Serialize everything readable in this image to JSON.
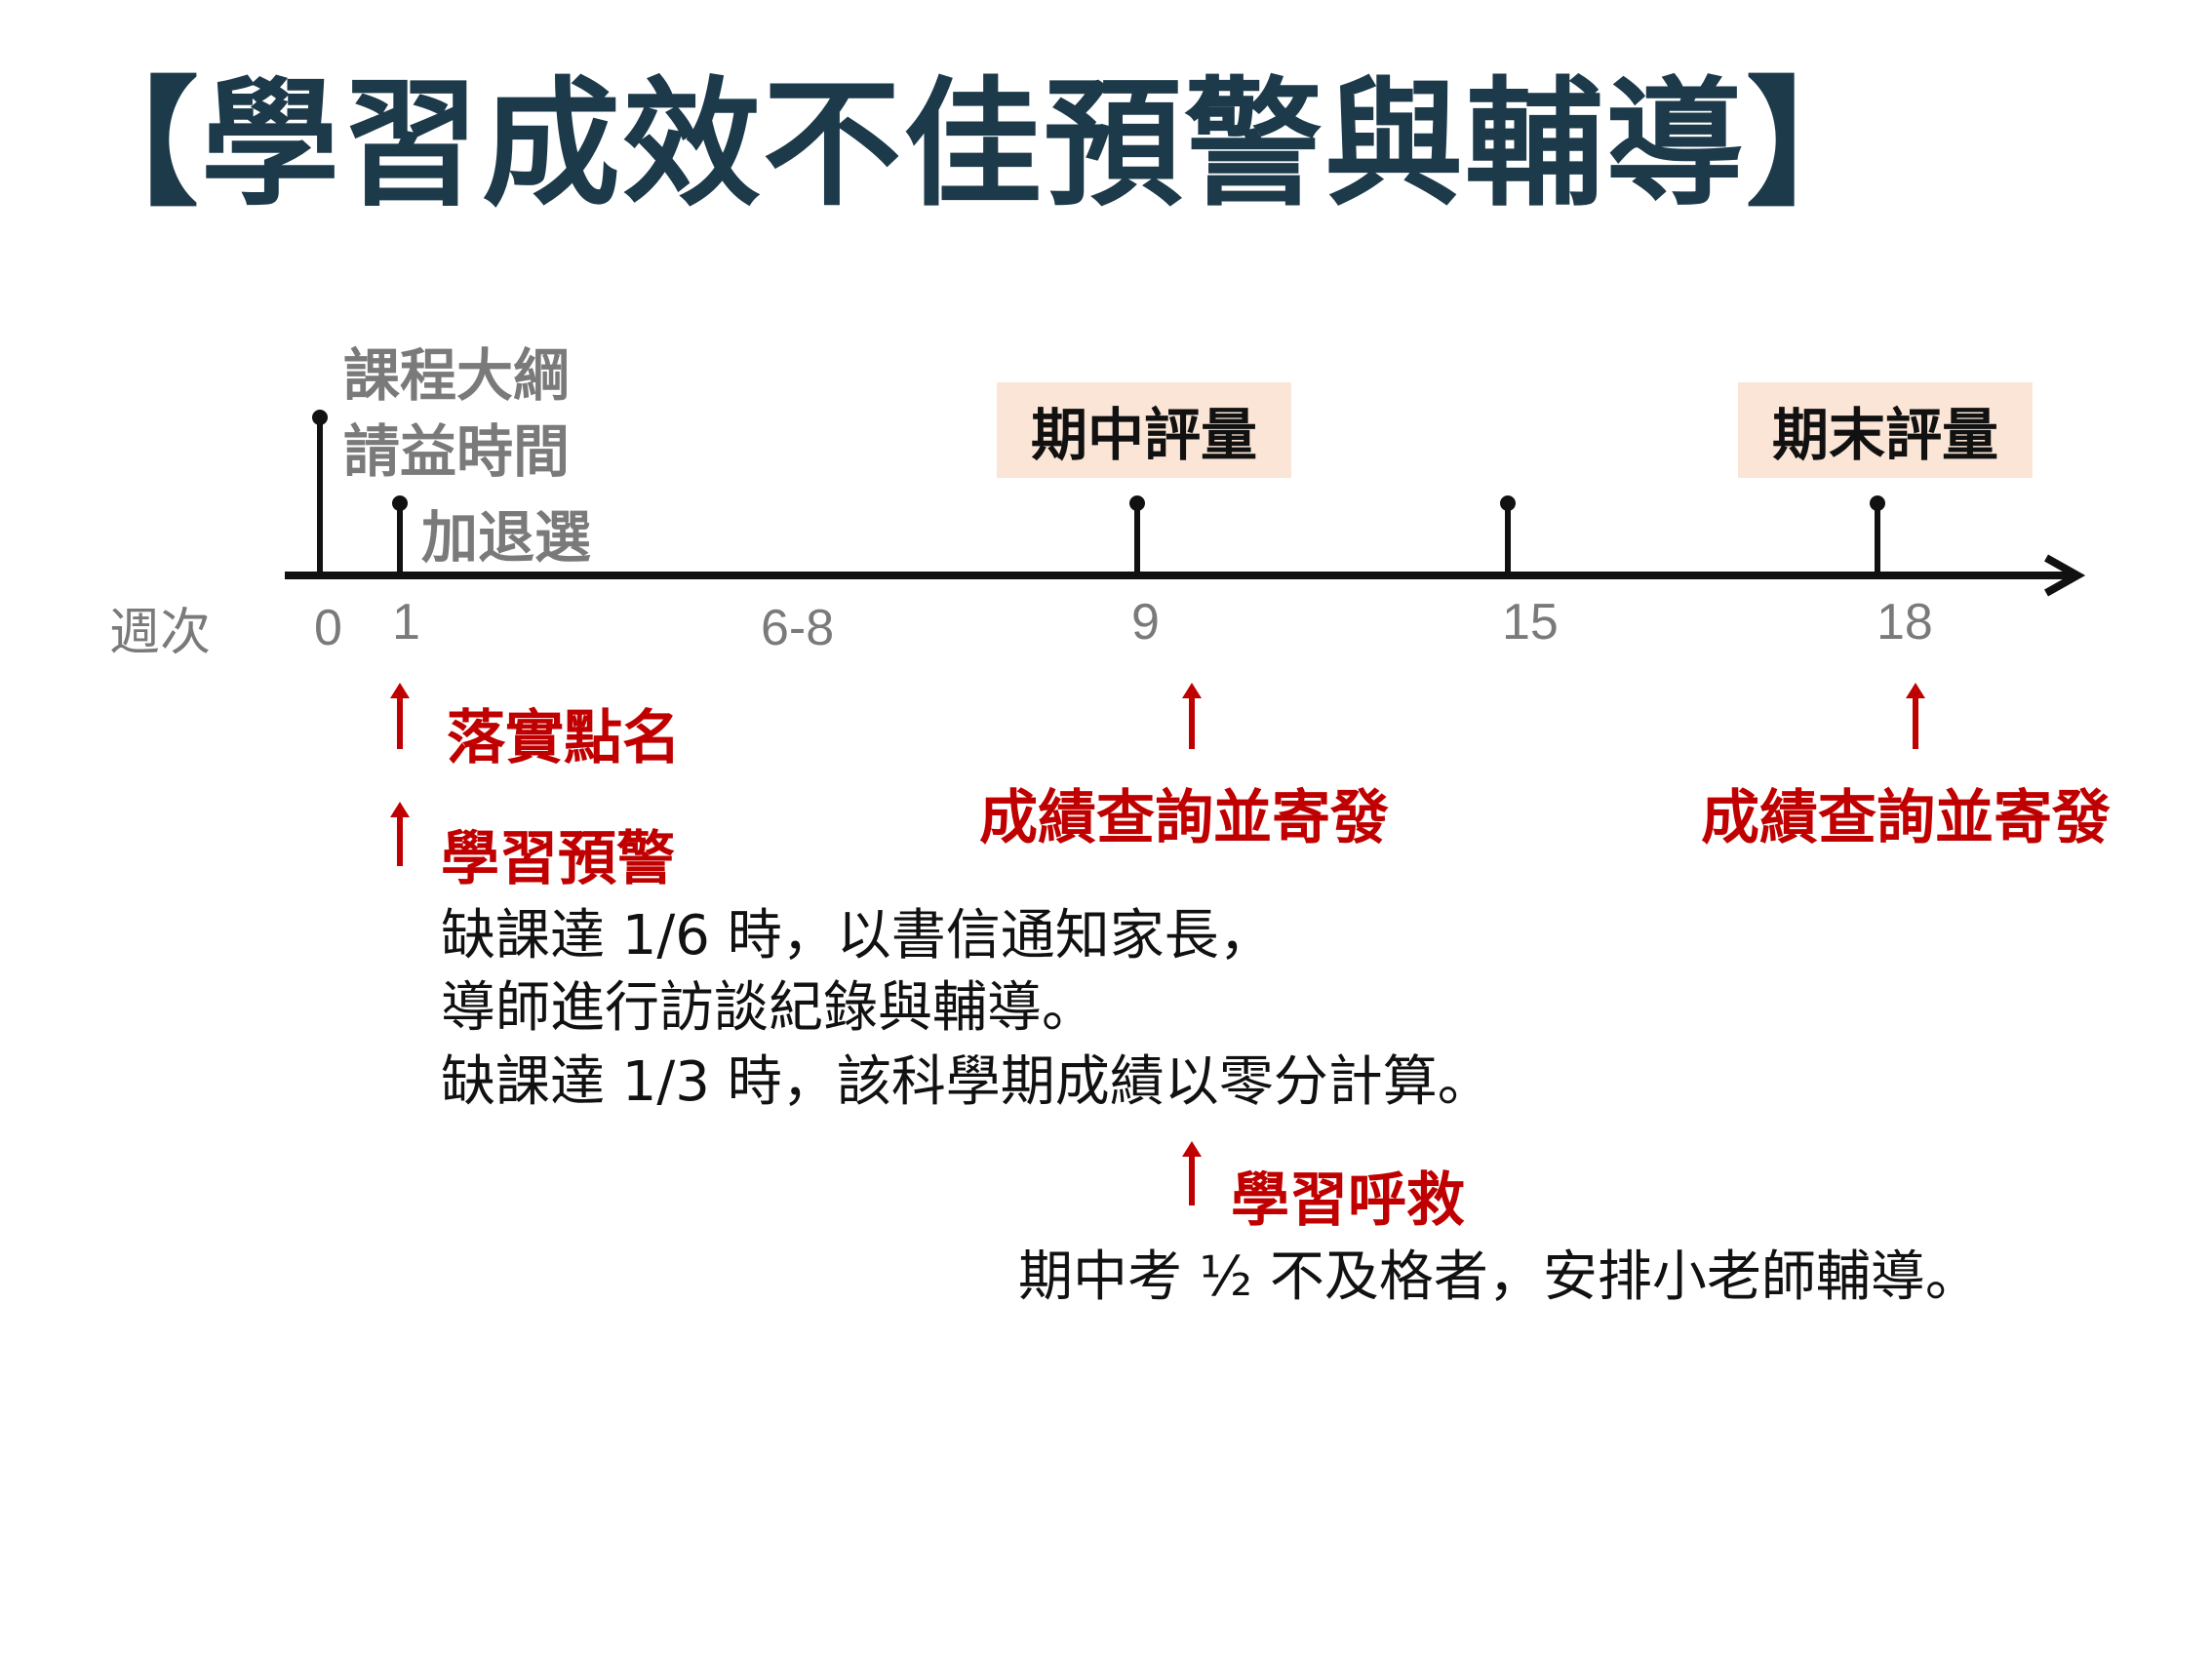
{
  "title": "【學習成效不佳預警與輔導】",
  "axis_label": "週次",
  "ticks": [
    "0",
    "1",
    "6-8",
    "9",
    "15",
    "18"
  ],
  "top_labels": {
    "syllabus": "課程大綱",
    "office_hours": "請益時間",
    "add_drop": "加退選"
  },
  "exam_boxes": {
    "midterm": "期中評量",
    "final": "期末評量"
  },
  "actions": {
    "attendance": "落實點名",
    "warning": "學習預警",
    "grades_mid": "成績查詢並寄發",
    "grades_final": "成績查詢並寄發",
    "rescue": "學習呼救"
  },
  "warning_text": {
    "line1": "缺課達 1/6 時，以書信通知家長，",
    "line2": "導師進行訪談紀錄與輔導。",
    "line3": "缺課達 1/3 時，該科學期成績以零分計算。"
  },
  "rescue_text": "期中考 ½ 不及格者，安排小老師輔導。",
  "colors": {
    "title": "#1d3a4b",
    "accent_red": "#c00000",
    "exam_box_bg": "#fbe5d6",
    "muted_gray": "#7a7a7a"
  }
}
